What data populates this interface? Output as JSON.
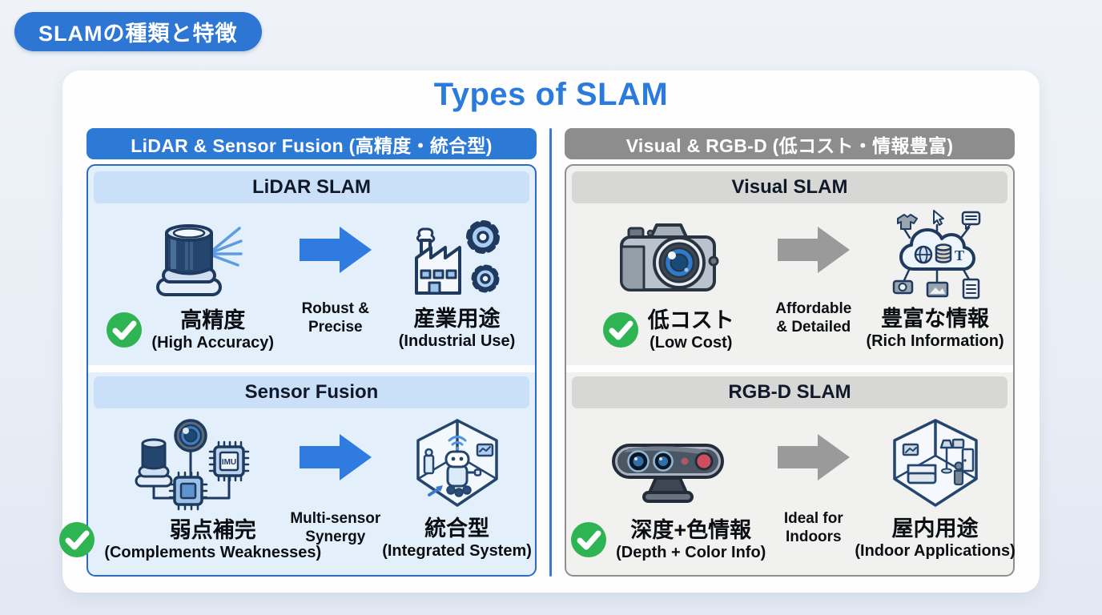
{
  "badge": {
    "label": "SLAMの種類と特徴"
  },
  "title": "Types of SLAM",
  "colors": {
    "accent_blue": "#2d7ad6",
    "accent_gray": "#8d8d8d",
    "title_blue": "#2b7ade",
    "arrow_blue": "#2f7be0",
    "arrow_gray": "#9a9a9a",
    "check_green": "#2eb453",
    "blue_box_bg": "#e4effc",
    "blue_box_border": "#2b6cc2",
    "gray_box_bg": "#f1f1ef",
    "gray_box_border": "#8f8f8f"
  },
  "columns": [
    {
      "header": "LiDAR & Sensor Fusion (高精度・統合型)",
      "boxes": [
        {
          "title": "LiDAR SLAM",
          "source": {
            "label": "高精度",
            "sublabel": "(High Accuracy)",
            "icon": "lidar-scanner-icon",
            "check_icon": "check-icon"
          },
          "transition": {
            "line1": "Robust &",
            "line2": "Precise",
            "icon": "arrow-right-icon"
          },
          "result": {
            "label": "産業用途",
            "sublabel": "(Industrial Use)",
            "icon": "factory-gears-icon"
          }
        },
        {
          "title": "Sensor Fusion",
          "source": {
            "label": "弱点補完",
            "sublabel": "(Complements Weaknesses)",
            "icon": "sensor-network-icon",
            "check_icon": "check-icon"
          },
          "transition": {
            "line1": "Multi-sensor",
            "line2": "Synergy",
            "icon": "arrow-right-icon"
          },
          "result": {
            "label": "統合型",
            "sublabel": "(Integrated System)",
            "icon": "robot-room-icon"
          }
        }
      ]
    },
    {
      "header": "Visual & RGB-D (低コスト・情報豊富)",
      "boxes": [
        {
          "title": "Visual SLAM",
          "source": {
            "label": "低コスト",
            "sublabel": "(Low Cost)",
            "icon": "camera-icon",
            "check_icon": "check-icon"
          },
          "transition": {
            "line1": "Affordable",
            "line2": "& Detailed",
            "icon": "arrow-right-icon"
          },
          "result": {
            "label": "豊富な情報",
            "sublabel": "(Rich Information)",
            "icon": "cloud-data-icon"
          }
        },
        {
          "title": "RGB-D SLAM",
          "source": {
            "label": "深度+色情報",
            "sublabel": "(Depth + Color Info)",
            "icon": "rgbd-sensor-icon",
            "check_icon": "check-icon"
          },
          "transition": {
            "line1": "Ideal for",
            "line2": "Indoors",
            "icon": "arrow-right-icon"
          },
          "result": {
            "label": "屋内用途",
            "sublabel": "(Indoor Applications)",
            "icon": "room-interior-icon"
          }
        }
      ]
    }
  ]
}
